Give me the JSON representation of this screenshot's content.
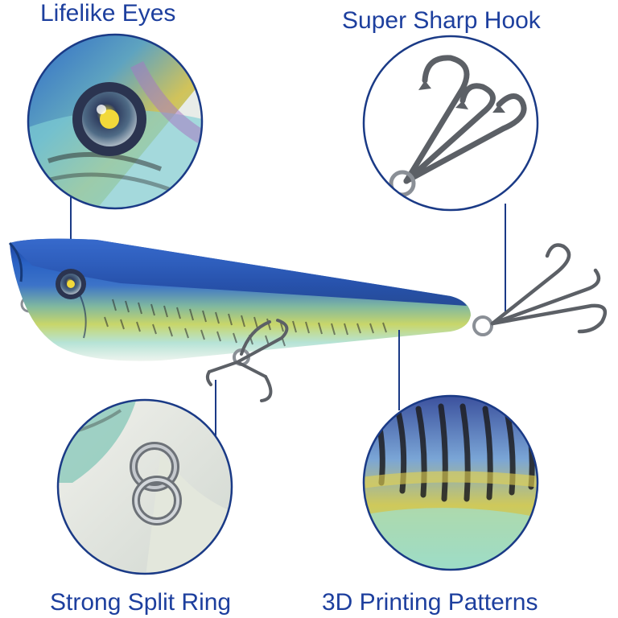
{
  "captions": {
    "lifelike_eyes": "Lifelike Eyes",
    "super_sharp_hook": "Super Sharp Hook",
    "strong_split_ring": "Strong Split Ring",
    "printing_patterns": "3D Printing Patterns"
  },
  "colors": {
    "caption_text": "#1d3f9e",
    "callout_circle": "#1a3a86",
    "lure_back": "#1f4fa8",
    "lure_belly": "#d8ecc8",
    "hook_metal": "#5c6066"
  }
}
